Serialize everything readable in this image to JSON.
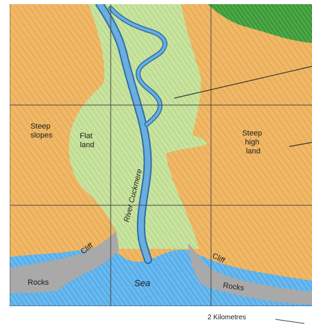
{
  "labels": {
    "steep_slopes": [
      "Steep",
      "slopes"
    ],
    "flat_land": [
      "Flat",
      "land"
    ],
    "steep_high_land": [
      "Steep",
      "high",
      "land"
    ],
    "river": "River Cuckmere",
    "cliff_left": "Cliff",
    "cliff_right": "Cliff",
    "rocks_left": "Rocks",
    "rocks_right": "Rocks",
    "sea": "Sea",
    "scale": "2 Kilometres"
  },
  "colors": {
    "steep_land": "#f0b866",
    "flat_land": "#c9e3a0",
    "forest": "#3f9b3a",
    "river": "#6aaee0",
    "river_outline": "#2f6fa8",
    "sea": "#5ab0ea",
    "rocks": "#a9a9a9",
    "grid": "#4a4a4a"
  },
  "icons": {
    "hatch_pattern": "diagonal-hatch-icon",
    "pointer_line": "pointer-line-icon"
  }
}
